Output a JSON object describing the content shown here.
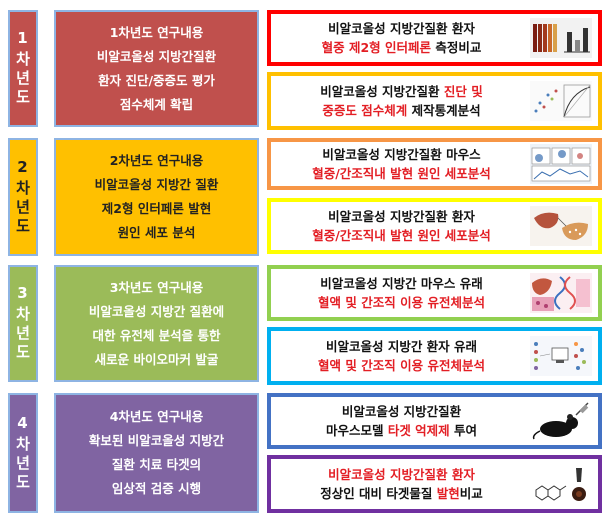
{
  "years": [
    {
      "label": "1차년도",
      "color": "#c0504d",
      "desc": [
        "1차년도 연구내용",
        "비알코올성 지방간질환",
        "환자 진단/중증도 평가",
        "점수체계 확립"
      ],
      "tasks": [
        {
          "border": "#ff0000",
          "line1": "비알코올성 지방간질환 환자",
          "line2_red": "혈중 제2형 인터페론",
          "line2_black": " 측정비교",
          "icon": "blood-tubes-chart-icon"
        },
        {
          "border": "#ffc000",
          "line1_black": "비알코올성 지방간질환 ",
          "line1_red": "진단 및",
          "line2_red": "중증도 점수체계",
          "line2_black": " 제작통계분석",
          "icon": "statistics-plot-icon"
        }
      ]
    },
    {
      "label": "2차년도",
      "color": "#ffc000",
      "desc": [
        "2차년도 연구내용",
        "비알코올성 지방간 질환",
        "제2형 인터페론 발현",
        "원인 세포 분석"
      ],
      "tasks": [
        {
          "border": "#f79646",
          "line1": "비알코올성 지방간질환 마우스",
          "line2_red": "혈중/간조직내 발현 원인 세포분석",
          "icon": "flow-cytometry-icon"
        },
        {
          "border": "#ffff00",
          "line1": "비알코올성 지방간질환 환자",
          "line2_red": "혈중/간조직내 발현 원인 세포분석",
          "icon": "liver-illustration-icon"
        }
      ]
    },
    {
      "label": "3차년도",
      "color": "#9bbb59",
      "desc": [
        "3차년도 연구내용",
        "비알코올성 지방간 질환에",
        "대한 유전체 분석을 통한",
        "새로운 바이오마커 발굴"
      ],
      "tasks": [
        {
          "border": "#92d050",
          "line1": "비알코올성 지방간 마우스 유래",
          "line2_red": "혈액 및 간조직 이용 유전체분석",
          "icon": "tissue-dna-icon"
        },
        {
          "border": "#00b0f0",
          "line1": "비알코올성 지방간 환자 유래",
          "line2_red": "혈액 및 간조직 이용 유전체분석",
          "icon": "genome-analysis-icon"
        }
      ]
    },
    {
      "label": "4차년도",
      "color": "#8064a2",
      "desc": [
        "4차년도 연구내용",
        "확보된 비알코올성 지방간",
        "질환 치료 타겟의",
        "임상적 검증 시행"
      ],
      "tasks": [
        {
          "border": "#4472c4",
          "line1": "비알코올성 지방간질환",
          "line2_black": "마우스모델 ",
          "line2_red": "타겟 억제제",
          "line2_black2": " 투여",
          "icon": "mouse-injection-icon"
        },
        {
          "border": "#7030a0",
          "line1_red": "비알코올성 지방간질환 환자",
          "line2_black": "정상인 대비  타겟물질 ",
          "line2_red": "발현",
          "line2_black2": "비교",
          "icon": "molecule-tube-icon"
        }
      ]
    }
  ]
}
